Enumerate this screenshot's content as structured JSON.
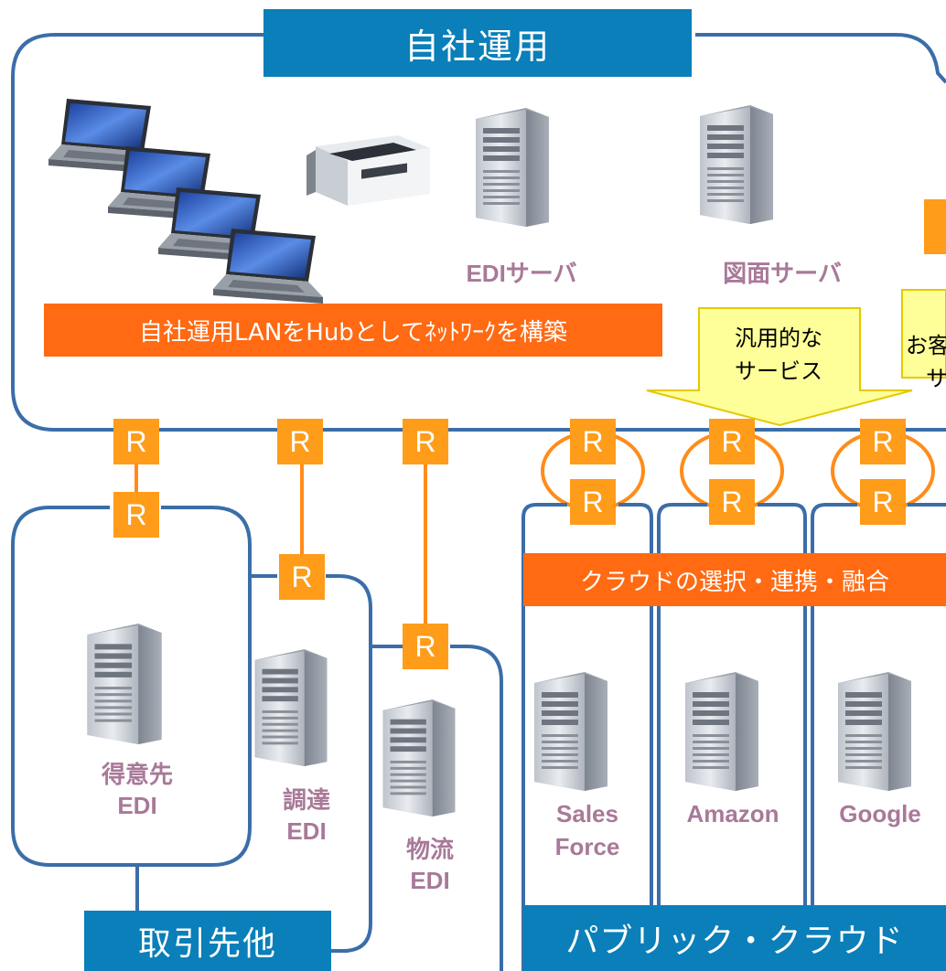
{
  "top_section": {
    "title": "自社運用"
  },
  "lan_banner": "自社運用LANをHubとしてﾈｯﾄﾜｰｸを構築",
  "servers": {
    "edi": "EDIサーバ",
    "drawing": "図面サーバ"
  },
  "callouts": {
    "generic_line1": "汎用的な",
    "generic_line2": "サービス",
    "partial_line1": "お客",
    "partial_line2": "サ"
  },
  "router_label": "R",
  "partners": {
    "customer": [
      "得意先",
      "EDI"
    ],
    "procurement": [
      "調達",
      "EDI"
    ],
    "logistics": [
      "物流",
      "EDI"
    ],
    "title": "取引先他"
  },
  "cloud": {
    "banner": "クラウドの選択・連携・融合",
    "providers": [
      {
        "name": [
          "Sales",
          "Force"
        ]
      },
      {
        "name": [
          "Amazon"
        ]
      },
      {
        "name": [
          "Google"
        ]
      }
    ],
    "title": "パブリック・クラウド"
  },
  "colors": {
    "frame": "#3b6ea8",
    "title_bar": "#0a7fb9",
    "banner": "#ff6a13",
    "router": "#ff9c1a",
    "label": "#a87998",
    "callout": "#ffff99"
  }
}
